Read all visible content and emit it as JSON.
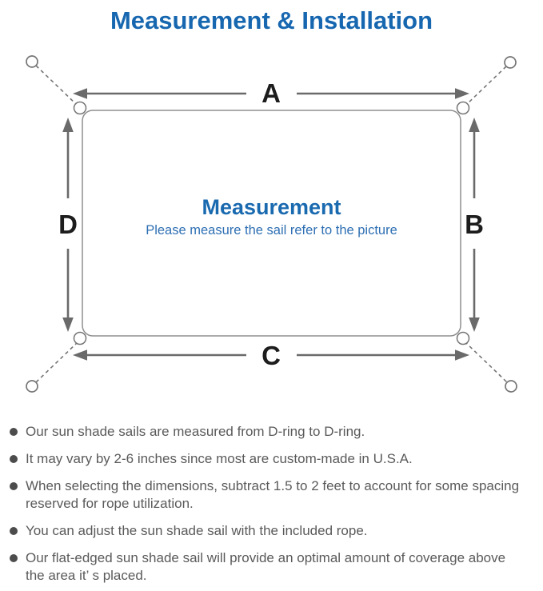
{
  "title": "Measurement & Installation",
  "diagram": {
    "labels": {
      "top": "A",
      "right": "B",
      "bottom": "C",
      "left": "D"
    },
    "center_title": "Measurement",
    "center_subtitle": "Please measure the sail refer to the picture"
  },
  "notes": [
    {
      "lines": [
        "Our sun shade sails are measured from D-ring to D-ring."
      ]
    },
    {
      "lines": [
        "It may vary by 2-6 inches since most are custom-made in U.S.A."
      ]
    },
    {
      "lines": [
        "When selecting the dimensions, subtract 1.5 to 2 feet to account for some spacing",
        "reserved for rope utilization."
      ]
    },
    {
      "lines": [
        "You can adjust the sun shade sail with the included rope."
      ]
    },
    {
      "lines": [
        "Our flat-edged sun shade sail will provide an optimal amount of coverage above",
        "the area it’ s placed."
      ]
    }
  ],
  "colors": {
    "accent_blue": "#1767b0",
    "center_text_blue": "#1a6ab0",
    "diagram_line_gray": "#6a6a6a",
    "sail_outline_gray": "#8f8f8f",
    "note_text_gray": "#5a5a5a"
  }
}
